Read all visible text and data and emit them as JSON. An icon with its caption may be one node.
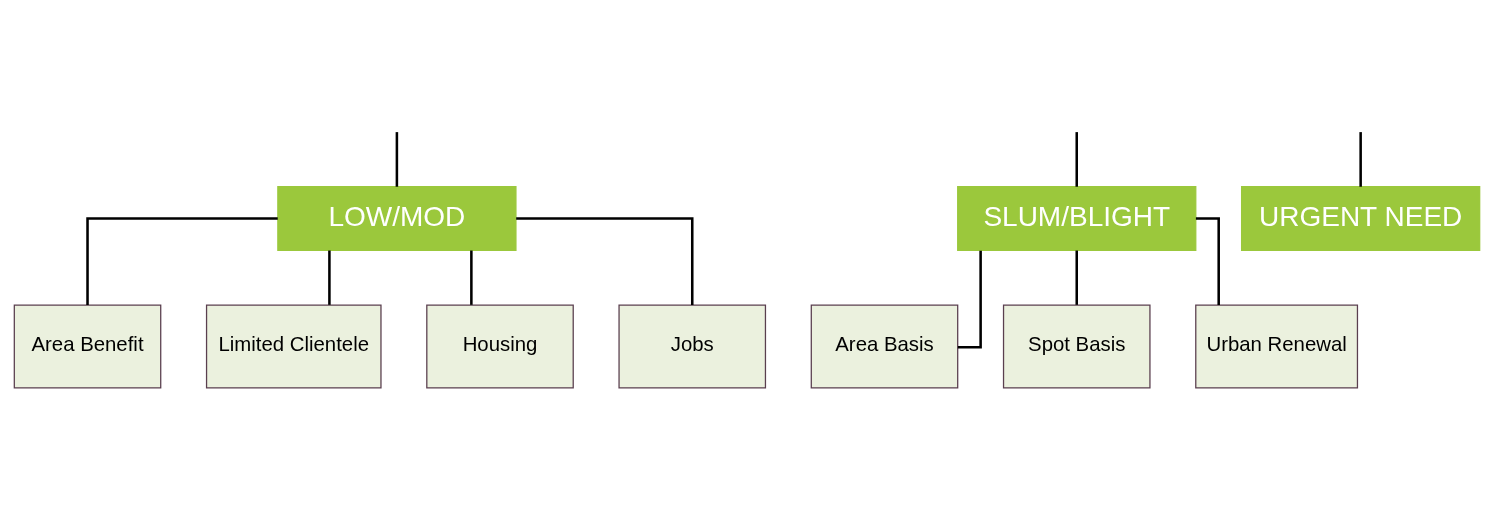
{
  "diagram": {
    "nodes": [
      {
        "text": [
          "LOW/MOD"
        ]
      },
      {
        "text": [
          "SLUM/BLIGHT"
        ]
      },
      {
        "text": [
          "URGENT NEED"
        ]
      },
      {
        "text": [
          "Area Benefit"
        ]
      },
      {
        "text": [
          "Limited Clientele"
        ]
      },
      {
        "text": [
          "Housing"
        ]
      },
      {
        "text": [
          "Jobs"
        ]
      },
      {
        "text": [
          "Area Basis"
        ]
      },
      {
        "text": [
          "Spot Basis"
        ]
      },
      {
        "text": [
          "Urban Renewal"
        ]
      }
    ],
    "edges": [
      {
        "from": null,
        "to": 0,
        "arrow": "none"
      },
      {
        "from": null,
        "to": 1,
        "arrow": "none"
      },
      {
        "from": null,
        "to": 2,
        "arrow": "none"
      },
      {
        "from": 0,
        "to": 3,
        "arrow": "none"
      },
      {
        "from": 0,
        "to": 4,
        "arrow": "none"
      },
      {
        "from": 0,
        "to": 5,
        "arrow": "none"
      },
      {
        "from": 0,
        "to": 6,
        "arrow": "none"
      },
      {
        "from": 1,
        "to": 7,
        "arrow": "none"
      },
      {
        "from": 1,
        "to": 8,
        "arrow": "none"
      },
      {
        "from": 1,
        "to": 9,
        "arrow": "none"
      }
    ]
  }
}
